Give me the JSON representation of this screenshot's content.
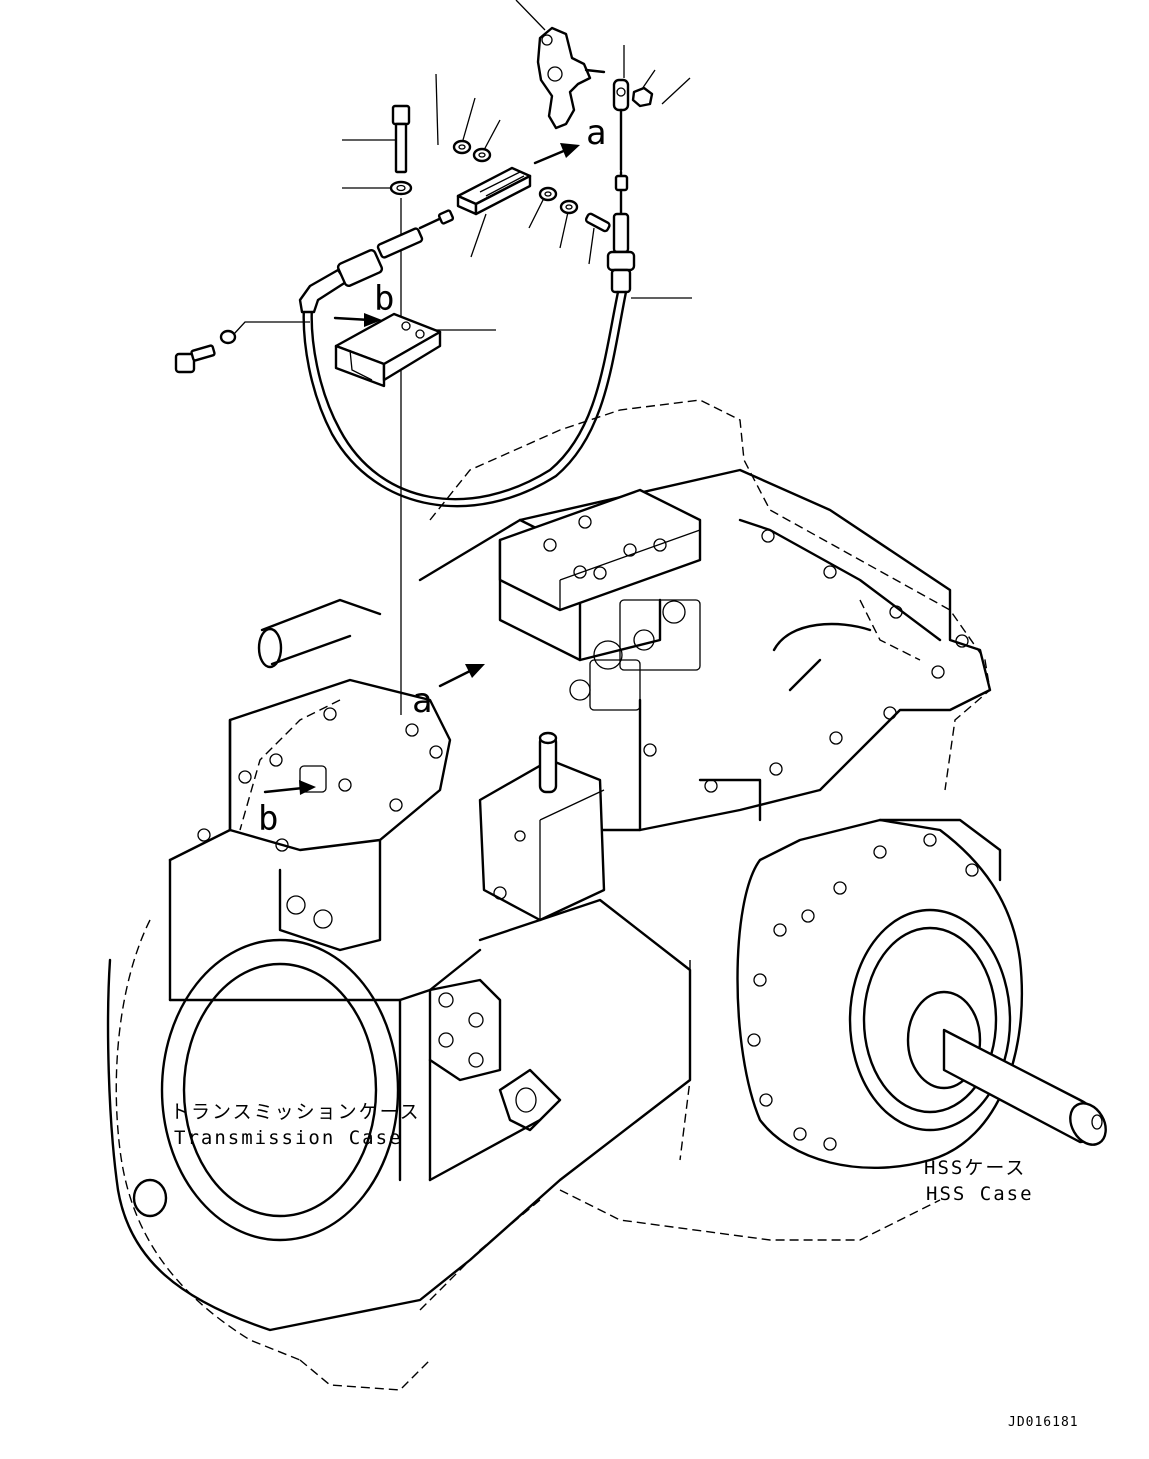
{
  "drawing": {
    "callouts": {
      "a_top": "a",
      "a_body": "a",
      "b_top": "b",
      "b_body": "b"
    },
    "transmission_case": {
      "jp": "トランスミッションケース",
      "en": "Transmission Case"
    },
    "hss_case": {
      "jp": "HSSケース",
      "en": "HSS Case"
    },
    "drawing_code": "JD016181"
  }
}
